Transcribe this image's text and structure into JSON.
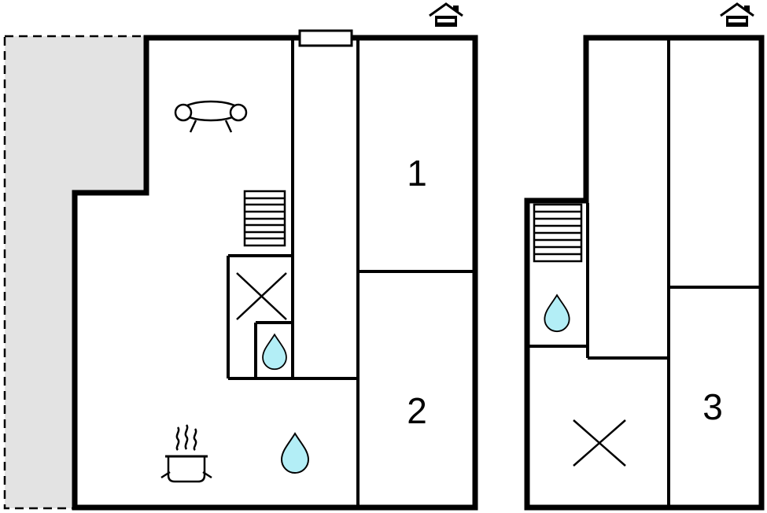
{
  "colors": {
    "wall": "#000000",
    "terrace_fill": "#e3e3e3",
    "water_drop_fill": "#b3eef6",
    "floor_fill": "#ffffff"
  },
  "ground_floor": {
    "rooms": [
      {
        "label": "1"
      },
      {
        "label": "2"
      }
    ]
  },
  "upper_floor": {
    "rooms": [
      {
        "label": "3"
      }
    ]
  },
  "icons": {
    "entrance": "house-entrance-icon",
    "stairs": "stairs-icon",
    "sofa": "sofa-icon",
    "stove": "stove-pot-icon",
    "water": "water-drop-icon",
    "cross": "cross-mark-icon"
  }
}
